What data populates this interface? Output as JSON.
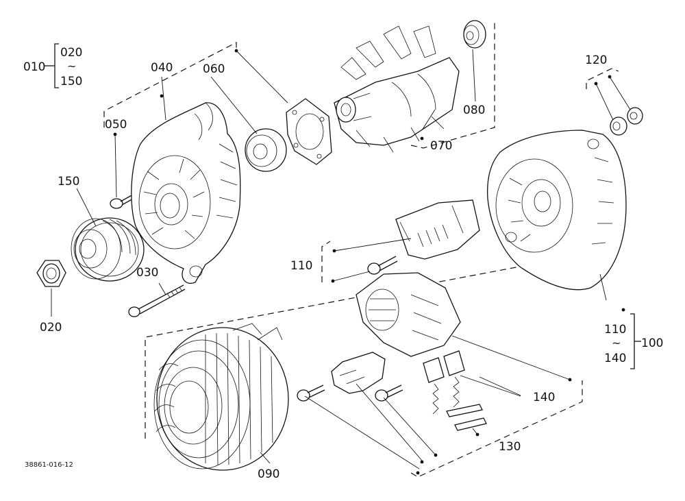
{
  "diagram": {
    "doc_id": "38861-016-12",
    "callouts": [
      {
        "id": "c010",
        "text": "010"
      },
      {
        "id": "c010a",
        "text": "020"
      },
      {
        "id": "c010b",
        "text": "~"
      },
      {
        "id": "c010c",
        "text": "150"
      },
      {
        "id": "c020",
        "text": "020"
      },
      {
        "id": "c030",
        "text": "030"
      },
      {
        "id": "c040",
        "text": "040"
      },
      {
        "id": "c050",
        "text": "050"
      },
      {
        "id": "c060",
        "text": "060"
      },
      {
        "id": "c070",
        "text": "070"
      },
      {
        "id": "c080",
        "text": "080"
      },
      {
        "id": "c090",
        "text": "090"
      },
      {
        "id": "c100",
        "text": "100"
      },
      {
        "id": "c100a",
        "text": "110"
      },
      {
        "id": "c100b",
        "text": "~"
      },
      {
        "id": "c100c",
        "text": "140"
      },
      {
        "id": "c110",
        "text": "110"
      },
      {
        "id": "c120",
        "text": "120"
      },
      {
        "id": "c130",
        "text": "130"
      },
      {
        "id": "c140",
        "text": "140"
      },
      {
        "id": "c150",
        "text": "150"
      }
    ]
  }
}
